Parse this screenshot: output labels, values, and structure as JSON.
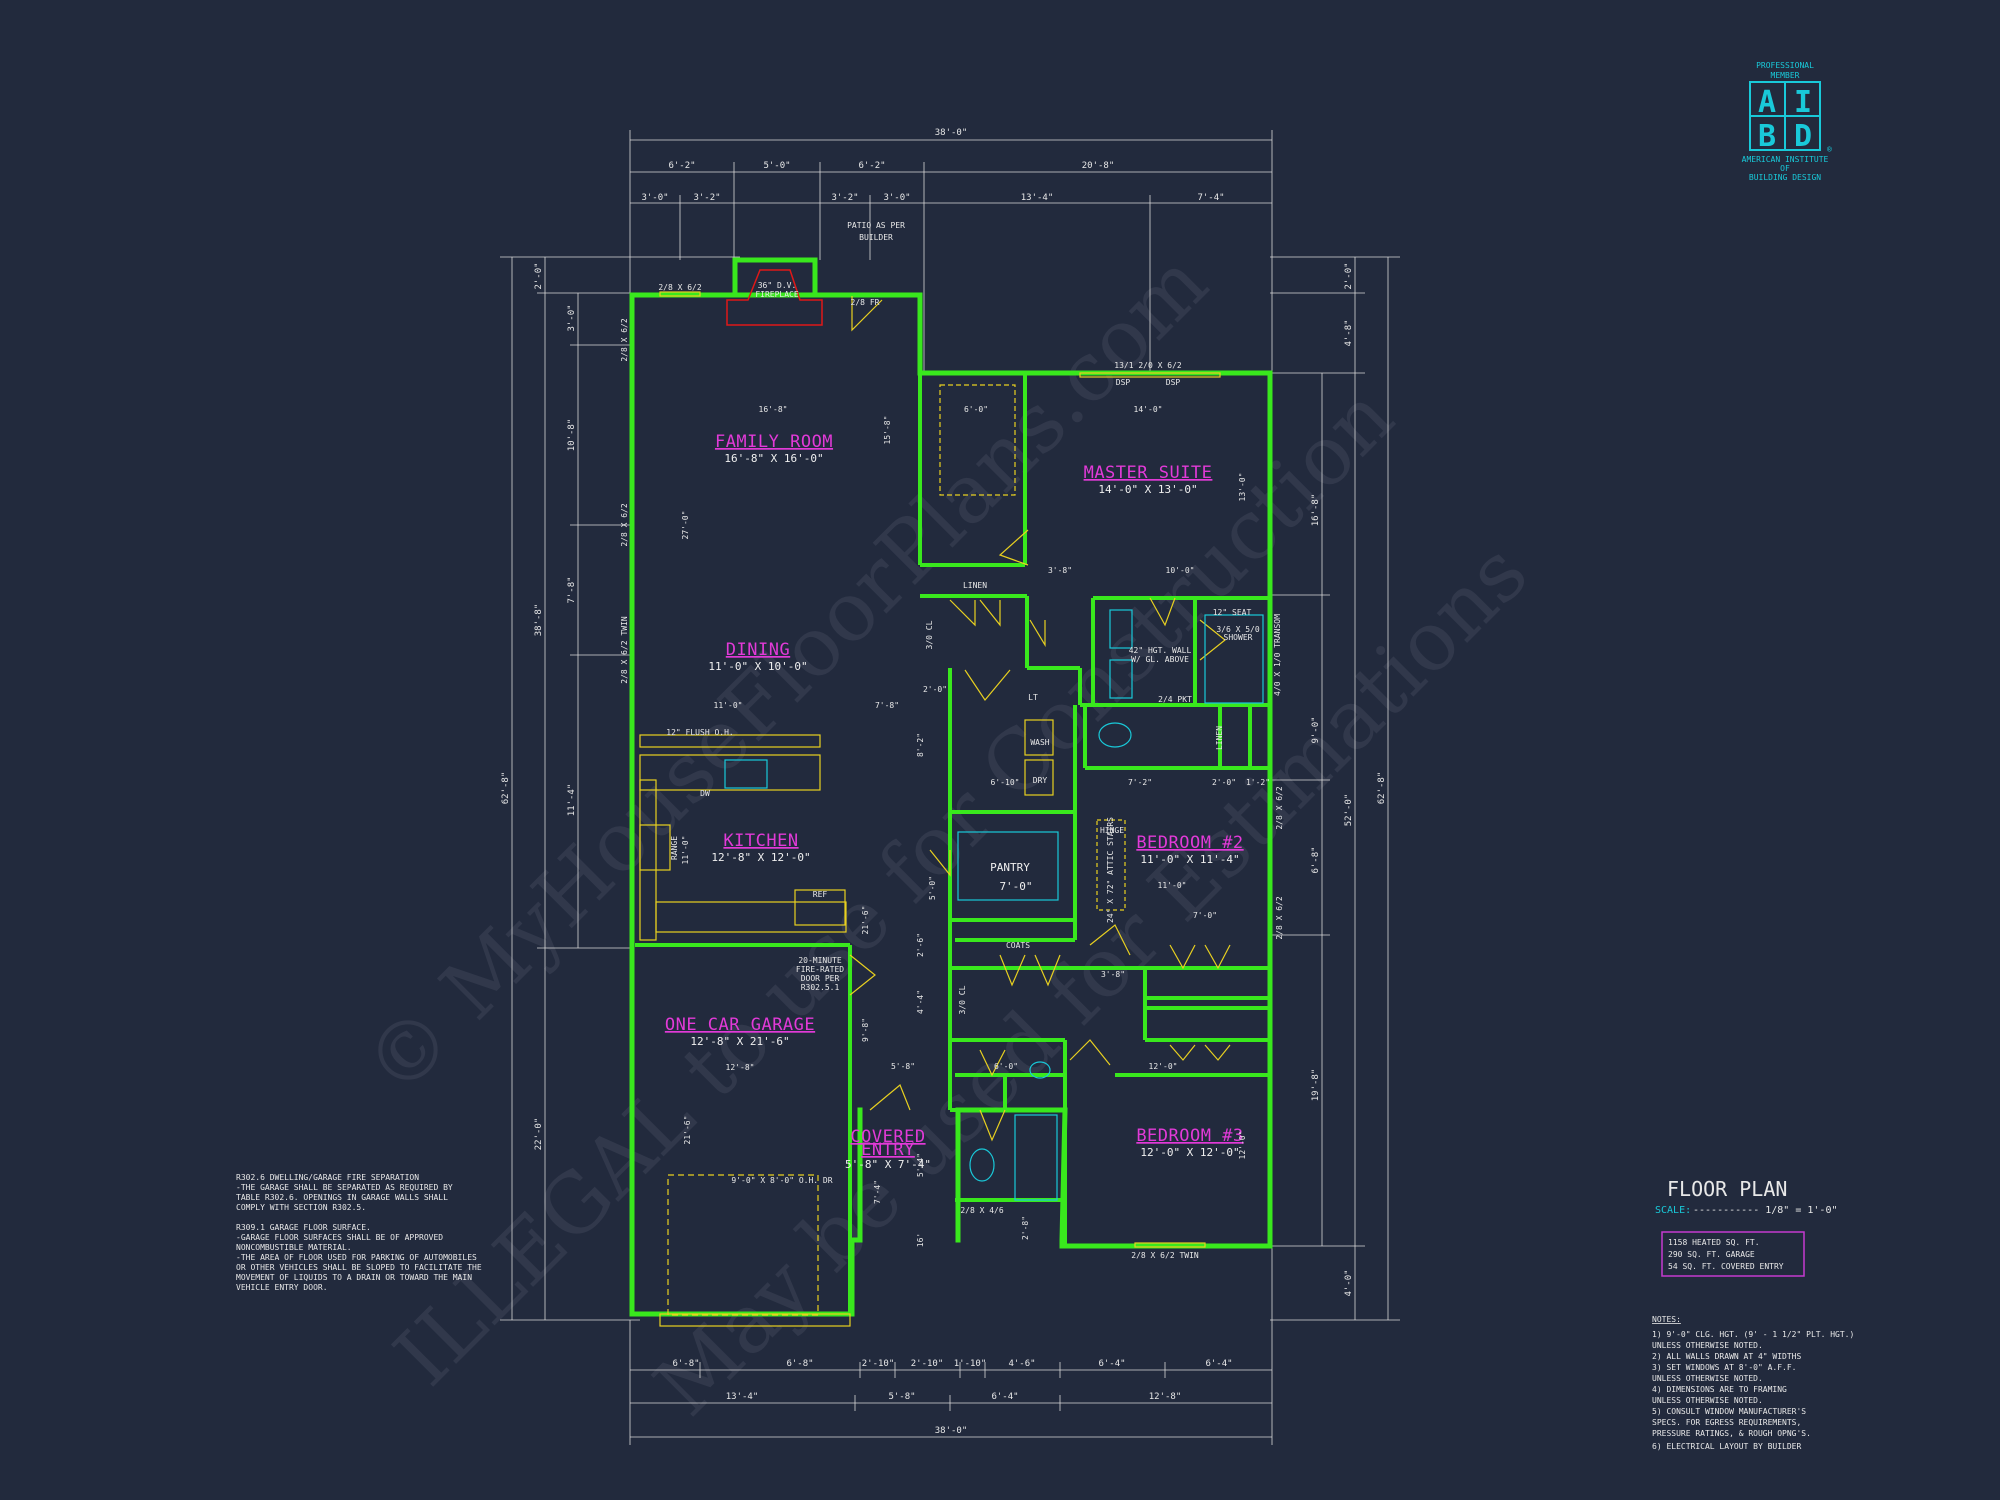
{
  "logo": {
    "top_line_1": "PROFESSIONAL",
    "top_line_2": "MEMBER",
    "letters": [
      "A",
      "I",
      "B",
      "D"
    ],
    "registered": "®",
    "org_line_1": "AMERICAN INSTITUTE",
    "org_line_2": "OF",
    "org_line_3": "BUILDING DESIGN"
  },
  "watermarks": [
    "© MyHouseFloorPlans.com",
    "ILLEGAL to use for Construction",
    "May be used for Estimations"
  ],
  "top_dims": {
    "overall": "38'-0\"",
    "row2": [
      "6'-2\"",
      "5'-0\"",
      "6'-2\"",
      "20'-8\""
    ],
    "row3": [
      "3'-0\"",
      "3'-2\"",
      "3'-2\"",
      "3'-0\"",
      "13'-4\"",
      "7'-4\""
    ]
  },
  "bottom_dims": {
    "row1": [
      "6'-8\"",
      "6'-8\"",
      "2'-10\"",
      "2'-10\"",
      "1'-10\"",
      "4'-6\"",
      "6'-4\"",
      "6'-4\""
    ],
    "row2": [
      "13'-4\"",
      "5'-8\"",
      "6'-4\"",
      "12'-8\""
    ],
    "overall": "38'-0\""
  },
  "left_dims": {
    "overall": "62'-8\"",
    "mid": [
      "2'-0\"",
      "38'-8\"",
      "22'-0\""
    ],
    "inner": [
      "3'-0\"",
      "10'-8\"",
      "7'-8\"",
      "11'-4\""
    ]
  },
  "right_dims": {
    "overall": "62'-8\"",
    "mid": [
      "2'-0\"",
      "4'-8\"",
      "52'-0\"",
      "4'-0\""
    ],
    "inner": [
      "16'-8\"",
      "9'-0\"",
      "6'-8\"",
      "19'-8\""
    ]
  },
  "patio_label": [
    "PATIO AS PER",
    "BUILDER"
  ],
  "fireplace_label": [
    "36\" D.V.",
    "FIREPLACE"
  ],
  "rooms": {
    "family": {
      "name": "FAMILY ROOM",
      "size": "16'-8\" X 16'-0\""
    },
    "dining": {
      "name": "DINING",
      "size": "11'-0\" X 10'-0\""
    },
    "kitchen": {
      "name": "KITCHEN",
      "size": "12'-8\" X 12'-0\""
    },
    "master": {
      "name": "MASTER SUITE",
      "size": "14'-0\" X 13'-0\""
    },
    "bed2": {
      "name": "BEDROOM #2",
      "size": "11'-0\" X 11'-4\""
    },
    "bed3": {
      "name": "BEDROOM #3",
      "size": "12'-0\" X 12'-0\""
    },
    "garage": {
      "name": "ONE CAR GARAGE",
      "size": "12'-8\" X 21'-6\""
    },
    "entry": {
      "name_1": "COVERED",
      "name_2": "ENTRY",
      "size": "5'-8\" X 7'-4\""
    },
    "pantry": {
      "name": "PANTRY",
      "size": "7'-0\""
    }
  },
  "interior_labels": {
    "family_width": "16'-8\"",
    "family_height": "15'-8\"",
    "family_depth": "27'-0\"",
    "dining_width": "11'-0\"",
    "dining_right": "7'-8\"",
    "kitchen_right": "8'-2\"",
    "master_width": "14'-0\"",
    "master_height": "13'-0\"",
    "closet_width": "6'-0\"",
    "master_lower_a": "3'-8\"",
    "master_lower_b": "10'-0\"",
    "linen": "LINEN",
    "linen2": "LINEN",
    "flush": "12\" FLUSH O.H.",
    "dw": "DW",
    "range": "RANGE",
    "range_w": "11'-0\"",
    "ref": "REF",
    "wash": "WASH",
    "dry": "DRY",
    "coats": "COATS",
    "hinge": "HINGE",
    "attic": "24\" X 72\" ATTIC STAIRS",
    "garage_width": "12'-8\"",
    "garage_depth": "21'-6\"",
    "garage_door": "9'-0\" X 8'-0\" O.H. DR",
    "fire_door": [
      "20-MINUTE",
      "FIRE-RATED",
      "DOOR PER",
      "R302.5.1"
    ],
    "wall_note": [
      "42\" HGT. WALL",
      "W/ GL. ABOVE"
    ],
    "seat": "12\" SEAT",
    "shower": [
      "3/6 X 5/0",
      "SHOWER"
    ],
    "transom": "4/0 X 1/0 TRANSOM",
    "dsp1": "DSP",
    "dsp2": "DSP",
    "win_master_top": "13/1 2/0 X 6/2",
    "win_family_top": "2/8 X 6/2",
    "win_fr": "2/8 FR",
    "win_left1": "2/8 X 6/2",
    "win_left2": "2/8 X 6/2",
    "win_left3": "2/8 X 6/2 TWIN",
    "win_right1": "2/8 X 6/2",
    "win_right2": "2/8 X 6/2",
    "win_bottom": "2/8 X 6/2 TWIN",
    "pkt": "2/4 PKT",
    "bed2_w": "11'-0\"",
    "bed2_w2": "7'-0\"",
    "bed2_top_a": "7'-2\"",
    "bed2_top_b": "2'-0\"",
    "bed2_top_c": "1'-2\"",
    "bed3_w": "12'-0\"",
    "bed3_h": "12'-0\"",
    "hall_a": "5'-8\"",
    "hall_b": "6'-0\"",
    "hall_c": "3'-8\"",
    "laundry_w": "6'-10\"",
    "d_2_0": "2'-0\"",
    "d_2_6": "2'-6\"",
    "d_4_4": "4'-4\"",
    "d_9_8": "9'-8\"",
    "d_21_6": "21'-6\"",
    "d_7_4": "7'-4\"",
    "d_5_4": "5'-4\"",
    "d_2_8": "2'-8\"",
    "d_16": "16'",
    "d_5_0": "5'-0\"",
    "bath_door": "2/8 X 4/6",
    "cl1": "3/0 CL",
    "cl2": "3/0 CL",
    "lt": "LT"
  },
  "garage_notes": [
    "R302.6 DWELLING/GARAGE FIRE SEPARATION",
    "-THE GARAGE SHALL BE SEPARATED AS REQUIRED BY",
    "TABLE R302.6. OPENINGS IN GARAGE WALLS SHALL",
    "COMPLY WITH SECTION R302.5.",
    "",
    "R309.1 GARAGE FLOOR SURFACE.",
    "-GARAGE FLOOR SURFACES SHALL BE OF APPROVED",
    "NONCOMBUSTIBLE MATERIAL.",
    "-THE AREA OF FLOOR USED FOR PARKING OF AUTOMOBILES",
    "OR OTHER VEHICLES SHALL BE SLOPED TO FACILITATE THE",
    "MOVEMENT OF LIQUIDS TO A DRAIN OR TOWARD THE MAIN",
    "VEHICLE ENTRY DOOR."
  ],
  "title_block": {
    "title": "FLOOR PLAN",
    "scale_label": "SCALE:",
    "scale_value": "----------- 1/8\" = 1'-0\"",
    "areas": [
      "1158 HEATED SQ. FT.",
      "290 SQ. FT. GARAGE",
      "54 SQ. FT. COVERED ENTRY"
    ]
  },
  "notes": {
    "heading": "NOTES:",
    "lines": [
      "1)  9'-0\" CLG. HGT. (9' - 1 1/2\" PLT. HGT.)",
      "     UNLESS OTHERWISE NOTED.",
      "2)  ALL WALLS DRAWN AT 4\" WIDTHS",
      "3)  SET WINDOWS AT 8'-0\" A.F.F.",
      "     UNLESS OTHERWISE NOTED.",
      "4)  DIMENSIONS ARE TO FRAMING",
      "     UNLESS OTHERWISE NOTED.",
      "5)  CONSULT WINDOW MANUFACTURER'S",
      "     SPECS. FOR EGRESS REQUIREMENTS,",
      "     PRESSURE RATINGS, & ROUGH OPNG'S.",
      "6)  ELECTRICAL LAYOUT BY BUILDER"
    ]
  },
  "colors": {
    "background": "#222a3d",
    "walls": "#39e81d",
    "room_names": "#e23ad8",
    "fixtures": "#e8d020",
    "logo": "#19c9d9",
    "area_box": "#c53ad0"
  }
}
